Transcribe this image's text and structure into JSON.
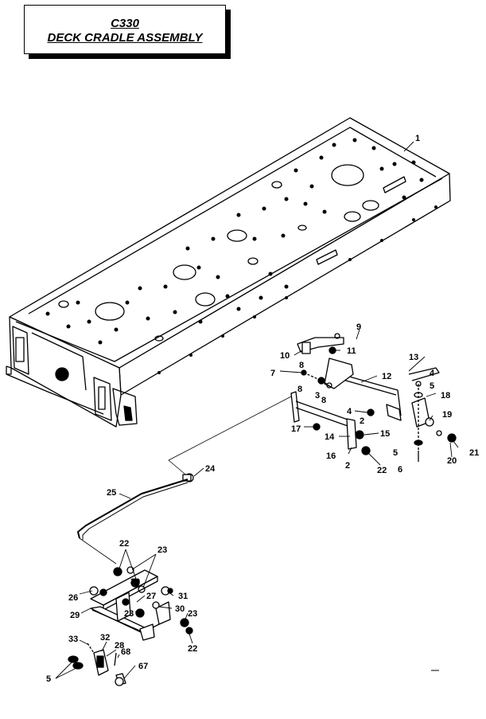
{
  "title": {
    "line1": "C330",
    "line2": "DECK CRADLE ASSEMBLY"
  },
  "callouts": [
    "1",
    "9",
    "10",
    "11",
    "8",
    "13",
    "7",
    "8",
    "12",
    "4",
    "3",
    "8",
    "5",
    "18",
    "4",
    "2",
    "19",
    "17",
    "14",
    "15",
    "16",
    "5",
    "2",
    "22",
    "20",
    "21",
    "6",
    "24",
    "25",
    "22",
    "23",
    "30",
    "26",
    "27",
    "31",
    "29",
    "23",
    "30",
    "23",
    "22",
    "32",
    "28",
    "33",
    "68",
    "67",
    "5"
  ],
  "colors": {
    "ink": "#000000",
    "paper": "#ffffff"
  }
}
